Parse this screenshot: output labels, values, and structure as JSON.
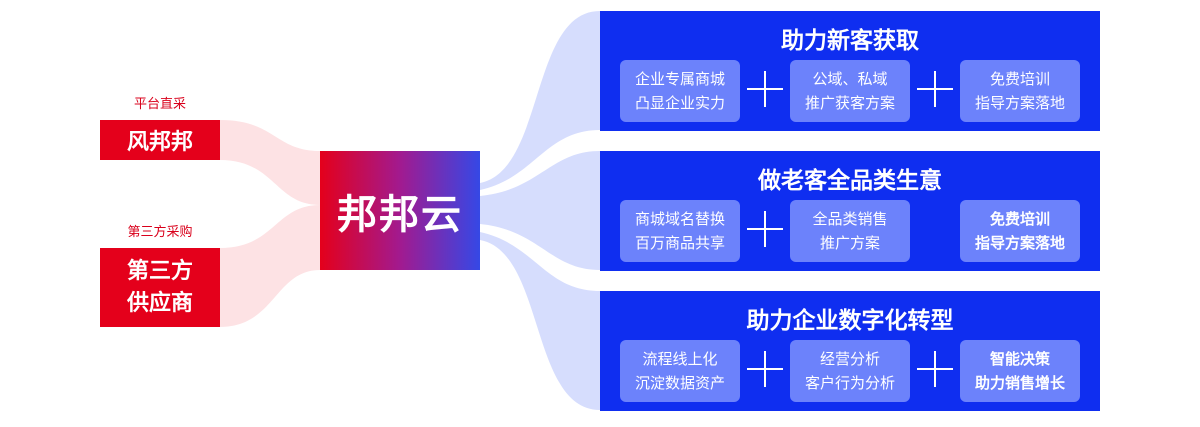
{
  "sources": [
    {
      "caption": "平台直采",
      "lines": [
        "风邦邦"
      ]
    },
    {
      "caption": "第三方采购",
      "lines": [
        "第三方",
        "供应商"
      ]
    }
  ],
  "hub": {
    "label": "邦邦云"
  },
  "panels": [
    {
      "title": "助力新客获取",
      "cards": [
        {
          "lines": [
            "企业专属商城",
            "凸显企业实力"
          ],
          "bold": false
        },
        {
          "lines": [
            "公域、私域",
            "推广获客方案"
          ],
          "bold": false
        },
        {
          "lines": [
            "免费培训",
            "指导方案落地"
          ],
          "bold": false
        }
      ],
      "plus_after": [
        true,
        true
      ]
    },
    {
      "title": "做老客全品类生意",
      "cards": [
        {
          "lines": [
            "商城域名替换",
            "百万商品共享"
          ],
          "bold": false
        },
        {
          "lines": [
            "全品类销售",
            "推广方案"
          ],
          "bold": false
        },
        {
          "lines": [
            "免费培训",
            "指导方案落地"
          ],
          "bold": true
        }
      ],
      "plus_after": [
        true,
        false
      ]
    },
    {
      "title": "助力企业数字化转型",
      "cards": [
        {
          "lines": [
            "流程线上化",
            "沉淀数据资产"
          ],
          "bold": false
        },
        {
          "lines": [
            "经营分析",
            "客户行为分析"
          ],
          "bold": false
        },
        {
          "lines": [
            "智能决策",
            "助力销售增长"
          ],
          "bold": true
        }
      ],
      "plus_after": [
        true,
        true
      ]
    }
  ],
  "colors": {
    "source_red": "#e4001b",
    "panel_blue": "#0f2ef0",
    "card_blue": "#6c82fb",
    "flow_pink": "#fde1e3",
    "flow_blue": "#d6ddfd"
  }
}
